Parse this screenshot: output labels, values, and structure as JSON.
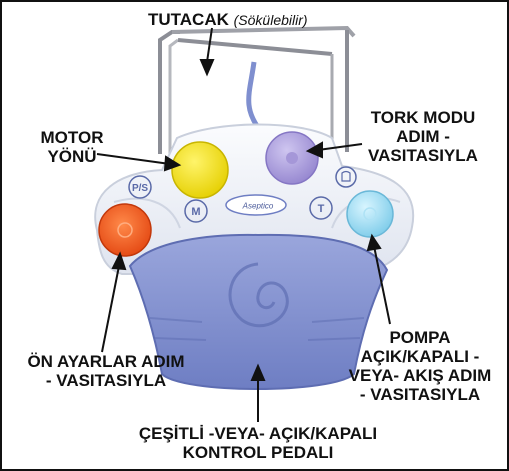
{
  "figure": {
    "labels": {
      "handle": "TUTACAK",
      "handle_note": "(Sökülebilir)",
      "motor_direction": [
        "MOTOR",
        "YÖNÜ"
      ],
      "torque_mode": [
        "TORK MODU",
        "ADIM -",
        "VASITASIYLA"
      ],
      "presets": [
        "ÖN AYARLAR ADIM",
        "- VASITASIYLA"
      ],
      "pump": [
        "POMPA",
        "AÇIK/KAPALI -",
        "VEYA- AKIŞ ADIM",
        "- VASITASIYLA"
      ],
      "pedal": [
        "ÇEŞİTLİ -VEYA- AÇIK/KAPALI",
        "KONTROL PEDALI"
      ]
    },
    "logo_text": "Aseptico",
    "button_icons": [
      "P/S",
      "M",
      "T",
      "pump-icon"
    ],
    "colors": {
      "border": "#111111",
      "pedal": "#7f8fcf",
      "housing": "#eef1f7",
      "motor_button": "#f2e21c",
      "torque_button": "#b0a3de",
      "presets_button": "#f0581f",
      "pump_button": "#8fd6ef",
      "handle": "#9a9ca3"
    }
  }
}
